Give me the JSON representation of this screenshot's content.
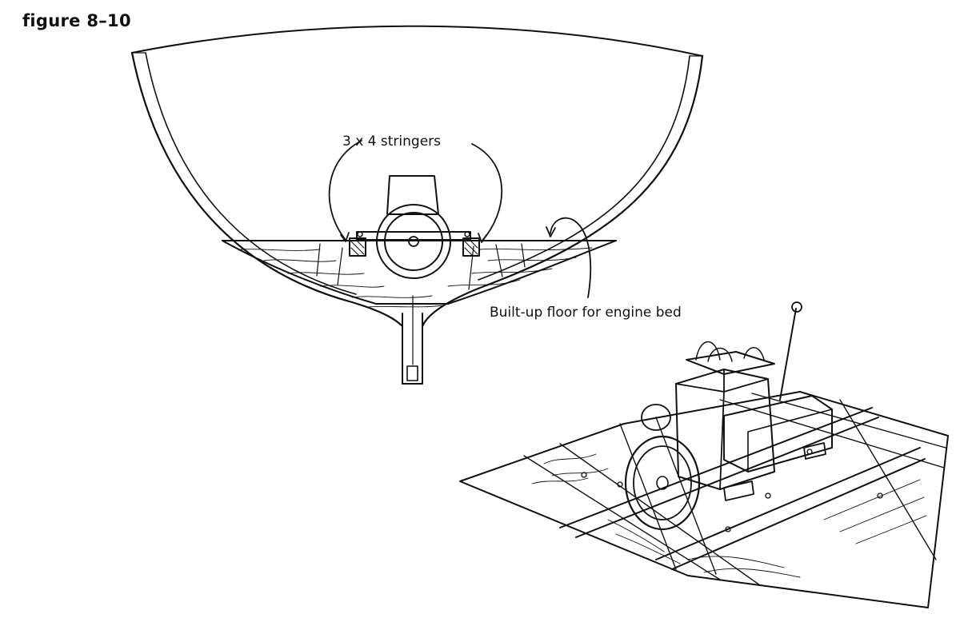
{
  "figure": {
    "label": "figure 8–10"
  },
  "callouts": {
    "stringers": "3 x 4 stringers",
    "floor": "Built-up floor for engine bed"
  }
}
